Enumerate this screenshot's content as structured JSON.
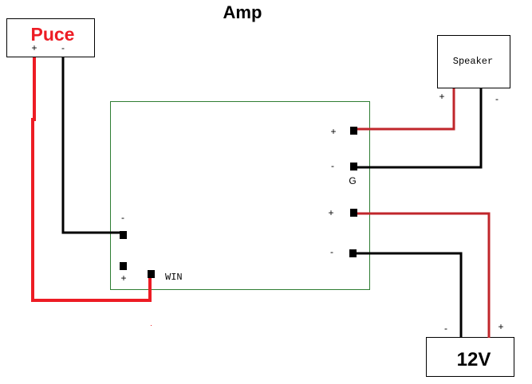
{
  "title": "Amp",
  "colors": {
    "positive_wire": "#c0262b",
    "positive_wire_bright": "#ed1c24",
    "negative_wire": "#000000",
    "amp_board_border": "#2e7d32",
    "puce_label": "#ed1c24"
  },
  "components": {
    "puce": {
      "label": "Puce",
      "plus": "+",
      "minus": "-"
    },
    "speaker": {
      "label": "Speaker",
      "plus": "+",
      "minus": "-"
    },
    "power": {
      "label": "12V",
      "plus": "+",
      "minus": "-"
    },
    "amp": {
      "speaker_out_plus": "+",
      "speaker_out_minus": "-",
      "ground_label": "G",
      "power_in_plus": "+",
      "power_in_minus": "-",
      "input_minus": "-",
      "input_plus": "+",
      "win_label": "WIN"
    }
  },
  "connections": [
    {
      "from": "puce.plus",
      "to": "amp.win",
      "color": "positive_wire"
    },
    {
      "from": "puce.minus",
      "to": "amp.input_minus",
      "color": "negative_wire"
    },
    {
      "from": "amp.speaker_out_plus",
      "to": "speaker.plus",
      "color": "positive_wire"
    },
    {
      "from": "amp.speaker_out_minus",
      "to": "speaker.minus",
      "color": "negative_wire"
    },
    {
      "from": "amp.power_in_plus",
      "to": "power.plus",
      "color": "positive_wire"
    },
    {
      "from": "amp.power_in_minus",
      "to": "power.minus",
      "color": "negative_wire"
    }
  ]
}
